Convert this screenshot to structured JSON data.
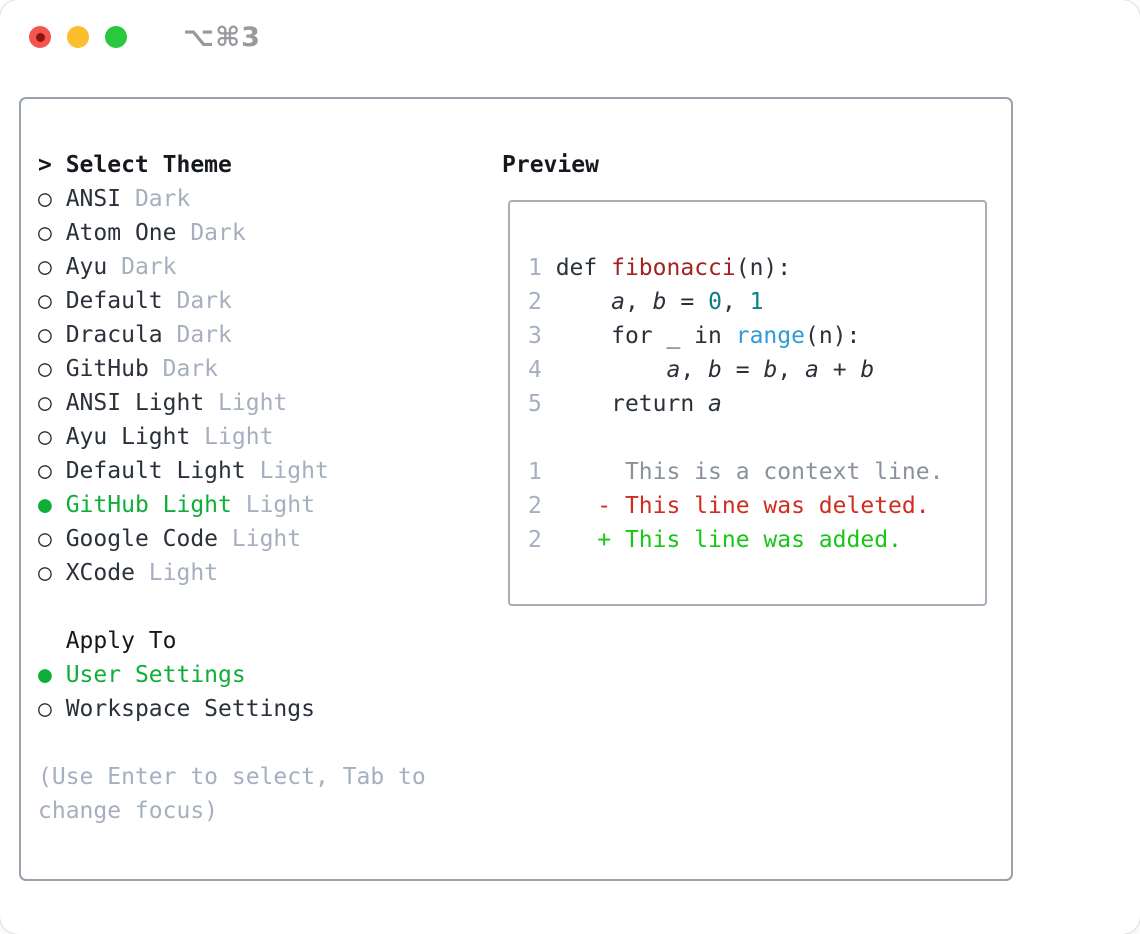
{
  "window": {
    "title_shortcut": "⌥⌘3",
    "traffic_lights": [
      "close",
      "minimize",
      "zoom"
    ]
  },
  "theme_picker": {
    "header_marker": ">",
    "header": "Select Theme",
    "bullet_selected": "●",
    "bullet_unselected": "○",
    "items": [
      {
        "name": "ANSI",
        "tag": "Dark",
        "selected": false
      },
      {
        "name": "Atom One",
        "tag": "Dark",
        "selected": false
      },
      {
        "name": "Ayu",
        "tag": "Dark",
        "selected": false
      },
      {
        "name": "Default",
        "tag": "Dark",
        "selected": false
      },
      {
        "name": "Dracula",
        "tag": "Dark",
        "selected": false
      },
      {
        "name": "GitHub",
        "tag": "Dark",
        "selected": false
      },
      {
        "name": "ANSI Light",
        "tag": "Light",
        "selected": false
      },
      {
        "name": "Ayu Light",
        "tag": "Light",
        "selected": false
      },
      {
        "name": "Default Light",
        "tag": "Light",
        "selected": false
      },
      {
        "name": "GitHub Light",
        "tag": "Light",
        "selected": true
      },
      {
        "name": "Google Code",
        "tag": "Light",
        "selected": false
      },
      {
        "name": "XCode",
        "tag": "Light",
        "selected": false
      }
    ],
    "apply_to": {
      "header": "Apply To",
      "options": [
        {
          "name": "User Settings",
          "selected": true
        },
        {
          "name": "Workspace Settings",
          "selected": false
        }
      ]
    },
    "help_lines": [
      "(Use Enter to select, Tab to",
      "change focus)"
    ]
  },
  "preview": {
    "header": "Preview",
    "code_lines": [
      {
        "num": "1",
        "tokens": [
          {
            "t": " def ",
            "c": "plain"
          },
          {
            "t": "fibonacci",
            "c": "fn"
          },
          {
            "t": "(n):",
            "c": "plain"
          }
        ]
      },
      {
        "num": "2",
        "tokens": [
          {
            "t": "     ",
            "c": "plain"
          },
          {
            "t": "a",
            "c": "var"
          },
          {
            "t": ", ",
            "c": "plain"
          },
          {
            "t": "b",
            "c": "var"
          },
          {
            "t": " = ",
            "c": "plain"
          },
          {
            "t": "0",
            "c": "num"
          },
          {
            "t": ", ",
            "c": "plain"
          },
          {
            "t": "1",
            "c": "num"
          }
        ]
      },
      {
        "num": "3",
        "tokens": [
          {
            "t": "     for _ in ",
            "c": "plain"
          },
          {
            "t": "range",
            "c": "builtin"
          },
          {
            "t": "(n):",
            "c": "plain"
          }
        ]
      },
      {
        "num": "4",
        "tokens": [
          {
            "t": "         ",
            "c": "plain"
          },
          {
            "t": "a",
            "c": "var"
          },
          {
            "t": ", ",
            "c": "plain"
          },
          {
            "t": "b",
            "c": "var"
          },
          {
            "t": " = ",
            "c": "plain"
          },
          {
            "t": "b",
            "c": "var"
          },
          {
            "t": ", ",
            "c": "plain"
          },
          {
            "t": "a",
            "c": "var"
          },
          {
            "t": " + ",
            "c": "plain"
          },
          {
            "t": "b",
            "c": "var"
          }
        ]
      },
      {
        "num": "5",
        "tokens": [
          {
            "t": "     return ",
            "c": "plain"
          },
          {
            "t": "a",
            "c": "var"
          }
        ]
      }
    ],
    "diff_lines": [
      {
        "num": "1",
        "kind": "context",
        "text": "      This is a context line."
      },
      {
        "num": "2",
        "kind": "deleted",
        "text": "    - This line was deleted."
      },
      {
        "num": "2",
        "kind": "added",
        "text": "    + This line was added."
      }
    ]
  },
  "colors": {
    "selection_green": "#0fae38",
    "added_green": "#17c617",
    "deleted_red": "#cf2d20",
    "function_red": "#a32222",
    "number_teal": "#0b7f86",
    "builtin_blue": "#2d9cd7",
    "muted_gray": "#a6afbf",
    "context_gray": "#8a919b",
    "text_dark": "#2b313a",
    "panel_border": "#99a1ab"
  }
}
